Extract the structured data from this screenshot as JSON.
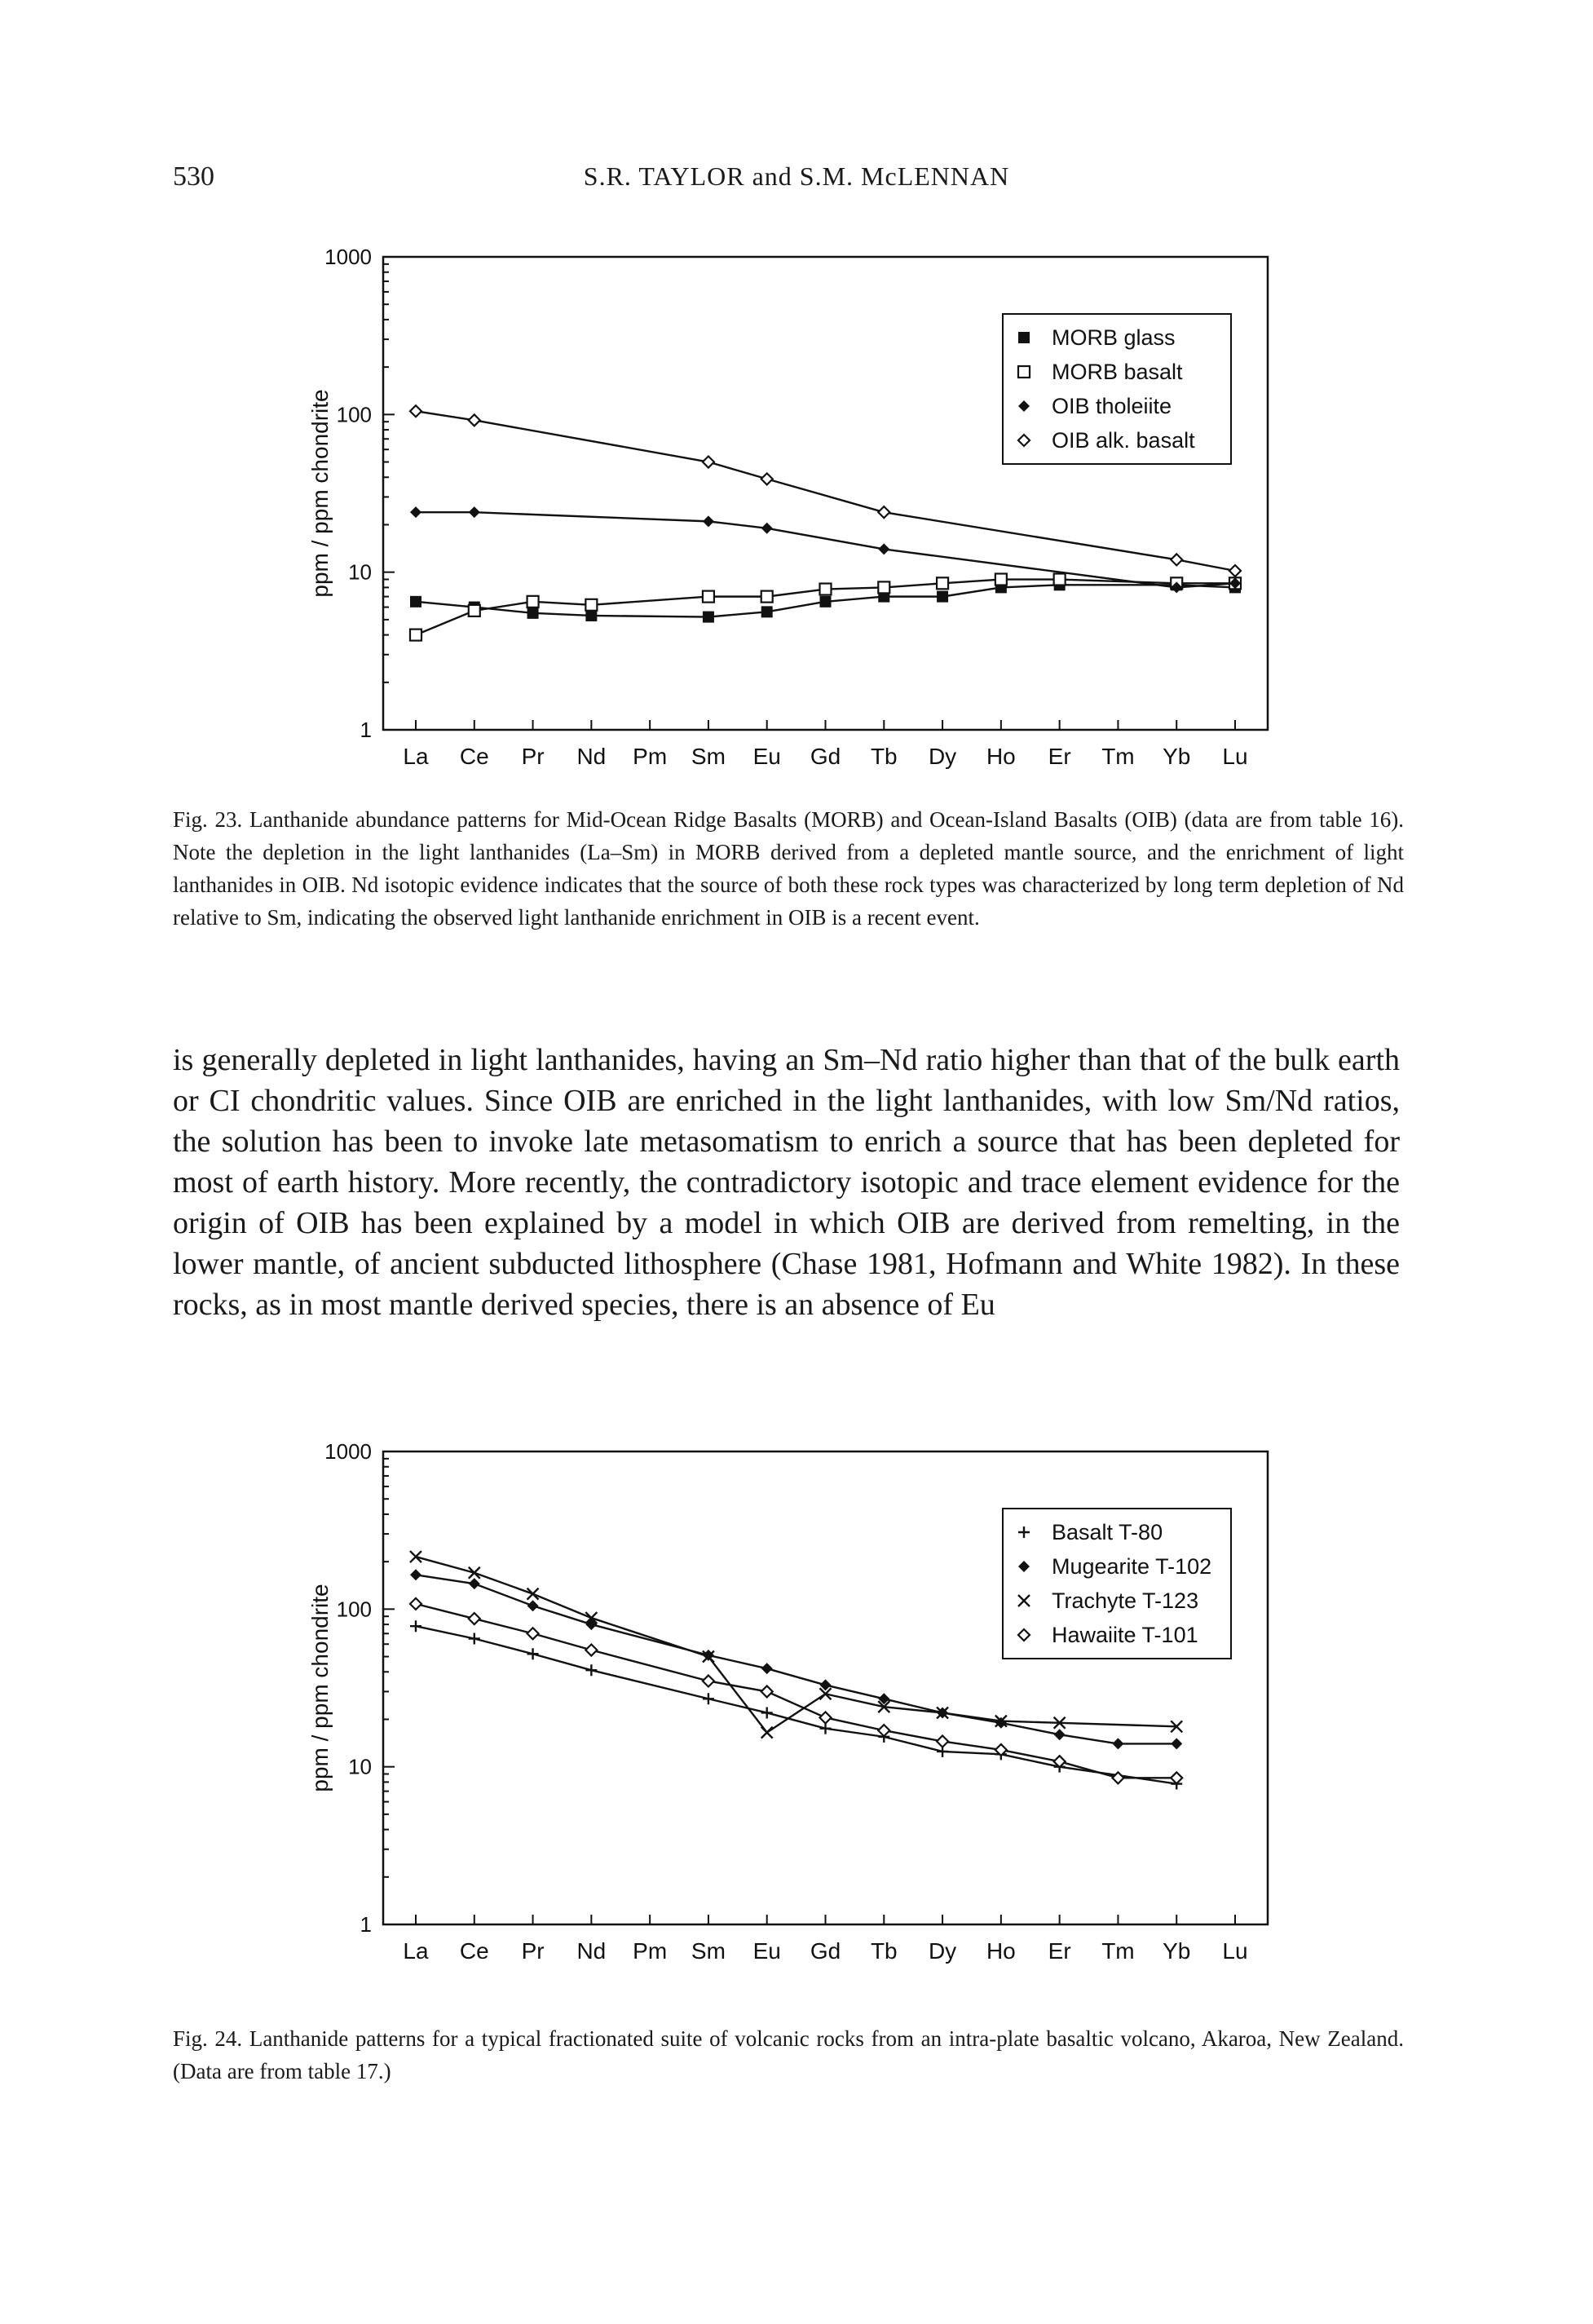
{
  "header": {
    "page_number": "530",
    "running_head": "S.R. TAYLOR and S.M. McLENNAN"
  },
  "figures": [
    {
      "caption_label": "Fig. 23.",
      "caption_text": "Lanthanide abundance patterns for Mid-Ocean Ridge Basalts (MORB) and Ocean-Island Basalts (OIB) (data are from table 16). Note the depletion in the light lanthanides (La–Sm) in MORB derived from a depleted mantle source, and the enrichment of light lanthanides in OIB. Nd isotopic evidence indicates that the source of both these rock types was characterized by long term depletion of Nd relative to Sm, indicating the observed light lanthanide enrichment in OIB is a recent event."
    },
    {
      "caption_label": "Fig. 24.",
      "caption_text": "Lanthanide patterns for a typical fractionated suite of volcanic rocks from an intra-plate basaltic volcano, Akaroa, New Zealand. (Data are from table 17.)"
    }
  ],
  "body": {
    "paragraph": "is generally depleted in light lanthanides, having an Sm–Nd ratio higher than that of the bulk earth or CI chondritic values. Since OIB are enriched in the light lanthanides, with low Sm/Nd ratios, the solution has been to invoke late metasomatism to enrich a source that has been depleted for most of earth history. More recently, the contradictory isotopic and trace element evidence for the origin of OIB has been explained by a model in which OIB are derived from remelting, in the lower mantle, of ancient subducted lithosphere (Chase 1981, Hofmann and White 1982). In these rocks, as in most mantle derived species, there is an absence of Eu"
  },
  "chart_data": [
    {
      "type": "line",
      "ylabel": "ppm / ppm chondrite",
      "yscale": "log",
      "ylim": [
        1,
        1000
      ],
      "yticks": [
        "1",
        "10",
        "100",
        "1000"
      ],
      "legend_position": "top-right",
      "categories": [
        "La",
        "Ce",
        "Pr",
        "Nd",
        "Pm",
        "Sm",
        "Eu",
        "Gd",
        "Tb",
        "Dy",
        "Ho",
        "Er",
        "Tm",
        "Yb",
        "Lu"
      ],
      "series": [
        {
          "name": "MORB glass",
          "marker": "filled-square",
          "points": [
            [
              "La",
              6.5
            ],
            [
              "Ce",
              6.0
            ],
            [
              "Pr",
              5.5
            ],
            [
              "Nd",
              5.3
            ],
            [
              "Sm",
              5.2
            ],
            [
              "Eu",
              5.6
            ],
            [
              "Gd",
              6.5
            ],
            [
              "Tb",
              7.0
            ],
            [
              "Dy",
              7.0
            ],
            [
              "Ho",
              8.0
            ],
            [
              "Er",
              8.3
            ],
            [
              "Yb",
              8.3
            ],
            [
              "Lu",
              8.0
            ]
          ]
        },
        {
          "name": "MORB basalt",
          "marker": "open-square",
          "points": [
            [
              "La",
              4.0
            ],
            [
              "Ce",
              5.7
            ],
            [
              "Pr",
              6.5
            ],
            [
              "Nd",
              6.2
            ],
            [
              "Sm",
              7.0
            ],
            [
              "Eu",
              7.0
            ],
            [
              "Gd",
              7.8
            ],
            [
              "Tb",
              8.0
            ],
            [
              "Dy",
              8.5
            ],
            [
              "Ho",
              9.0
            ],
            [
              "Er",
              9.0
            ],
            [
              "Yb",
              8.5
            ],
            [
              "Lu",
              8.5
            ]
          ]
        },
        {
          "name": "OIB tholeiite",
          "marker": "filled-diamond",
          "points": [
            [
              "La",
              24
            ],
            [
              "Ce",
              24
            ],
            [
              "Sm",
              21
            ],
            [
              "Eu",
              19
            ],
            [
              "Tb",
              14
            ],
            [
              "Yb",
              8.0
            ],
            [
              "Lu",
              8.5
            ]
          ]
        },
        {
          "name": "OIB alk. basalt",
          "marker": "open-diamond",
          "points": [
            [
              "La",
              105
            ],
            [
              "Ce",
              92
            ],
            [
              "Sm",
              50
            ],
            [
              "Eu",
              39
            ],
            [
              "Tb",
              24
            ],
            [
              "Yb",
              12
            ],
            [
              "Lu",
              10.2
            ]
          ]
        }
      ]
    },
    {
      "type": "line",
      "ylabel": "ppm / ppm chondrite",
      "yscale": "log",
      "ylim": [
        1,
        1000
      ],
      "yticks": [
        "1",
        "10",
        "100",
        "1000"
      ],
      "legend_position": "top-right",
      "categories": [
        "La",
        "Ce",
        "Pr",
        "Nd",
        "Pm",
        "Sm",
        "Eu",
        "Gd",
        "Tb",
        "Dy",
        "Ho",
        "Er",
        "Tm",
        "Yb",
        "Lu"
      ],
      "series": [
        {
          "name": "Basalt T-80",
          "marker": "plus",
          "points": [
            [
              "La",
              78
            ],
            [
              "Ce",
              65
            ],
            [
              "Pr",
              52
            ],
            [
              "Nd",
              41
            ],
            [
              "Sm",
              27
            ],
            [
              "Eu",
              22
            ],
            [
              "Gd",
              17.5
            ],
            [
              "Tb",
              15.5
            ],
            [
              "Dy",
              12.5
            ],
            [
              "Ho",
              12.0
            ],
            [
              "Er",
              10.0
            ],
            [
              "Yb",
              7.8
            ]
          ]
        },
        {
          "name": "Mugearite T-102",
          "marker": "filled-diamond",
          "points": [
            [
              "La",
              165
            ],
            [
              "Ce",
              145
            ],
            [
              "Pr",
              105
            ],
            [
              "Nd",
              80
            ],
            [
              "Sm",
              51
            ],
            [
              "Eu",
              42
            ],
            [
              "Gd",
              33
            ],
            [
              "Tb",
              27
            ],
            [
              "Dy",
              22
            ],
            [
              "Ho",
              19
            ],
            [
              "Er",
              16
            ],
            [
              "Tm",
              14
            ],
            [
              "Yb",
              14
            ]
          ]
        },
        {
          "name": "Trachyte T-123",
          "marker": "cross",
          "points": [
            [
              "La",
              215
            ],
            [
              "Ce",
              170
            ],
            [
              "Pr",
              125
            ],
            [
              "Nd",
              88
            ],
            [
              "Sm",
              50
            ],
            [
              "Eu",
              16.5
            ],
            [
              "Gd",
              29
            ],
            [
              "Tb",
              24
            ],
            [
              "Dy",
              22
            ],
            [
              "Ho",
              19.5
            ],
            [
              "Er",
              19
            ],
            [
              "Yb",
              18
            ]
          ]
        },
        {
          "name": "Hawaiite T-101",
          "marker": "open-diamond",
          "points": [
            [
              "La",
              108
            ],
            [
              "Ce",
              87
            ],
            [
              "Pr",
              70
            ],
            [
              "Nd",
              55
            ],
            [
              "Sm",
              35
            ],
            [
              "Eu",
              30
            ],
            [
              "Gd",
              20.5
            ],
            [
              "Tb",
              17
            ],
            [
              "Dy",
              14.5
            ],
            [
              "Ho",
              12.8
            ],
            [
              "Er",
              10.8
            ],
            [
              "Tm",
              8.5
            ],
            [
              "Yb",
              8.5
            ]
          ]
        }
      ]
    }
  ]
}
